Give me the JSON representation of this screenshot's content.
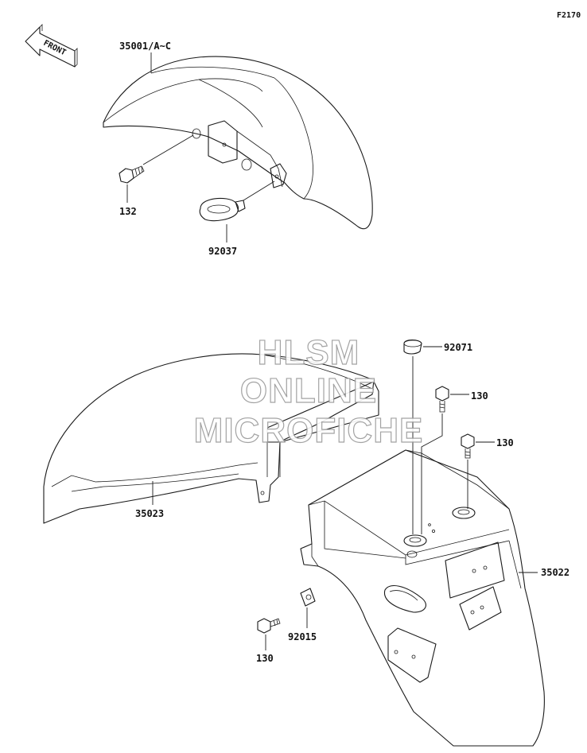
{
  "diagram_code": "F2170",
  "front_label": "FRONT",
  "parts": {
    "front_fender": "35001/A~C",
    "front_bolt": "132",
    "front_nut": "92037",
    "rear_fender_front": "35023",
    "rear_fender": "35022",
    "cap": "92071",
    "bolt_upper_1": "130",
    "bolt_upper_2": "130",
    "bolt_lower": "130",
    "clip_nut": "92015"
  },
  "watermark": [
    "HLSM",
    "ONLINE",
    "MICROFICHE"
  ]
}
